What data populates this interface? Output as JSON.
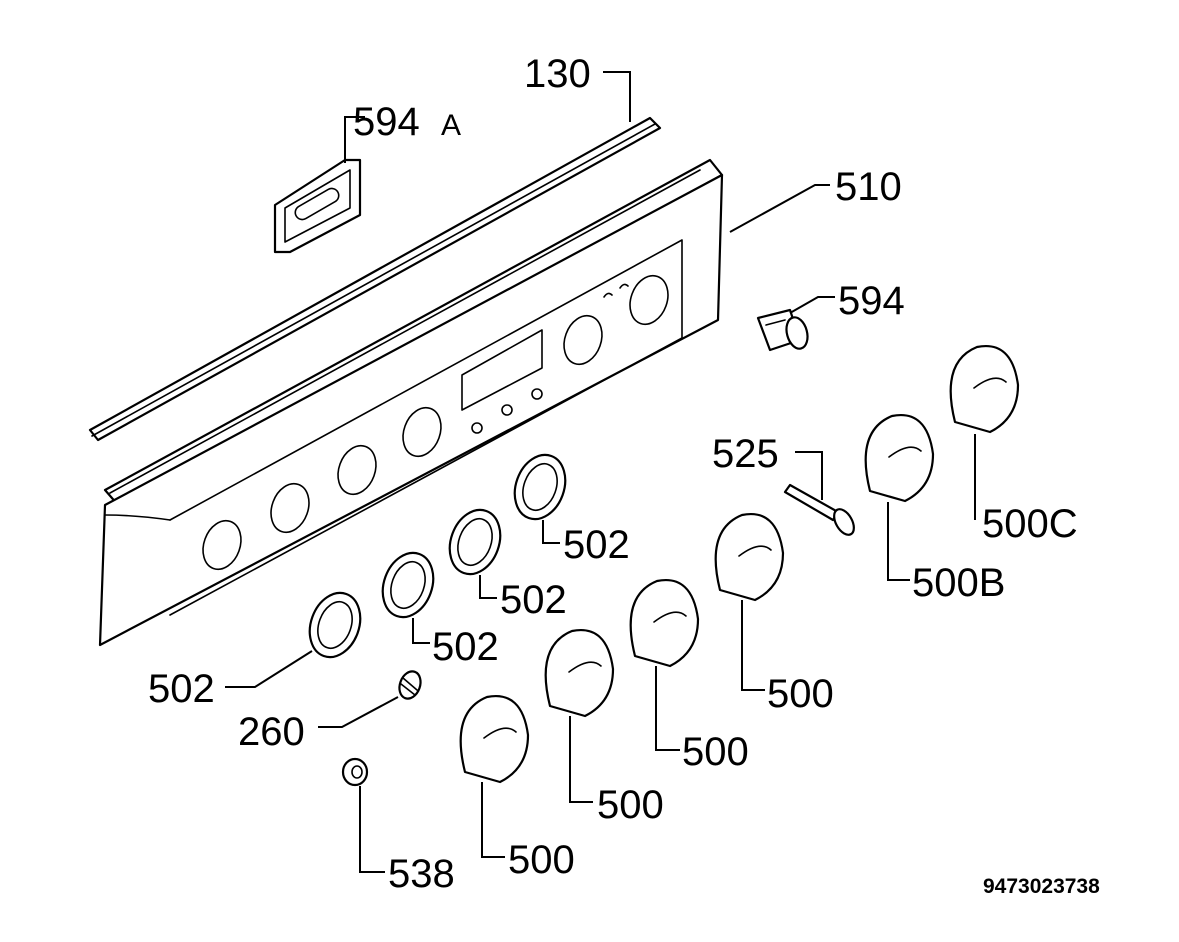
{
  "labels": {
    "p130": "130",
    "p594a_num": "594",
    "p594a_suffix": "A",
    "p510": "510",
    "p594": "594",
    "p525": "525",
    "p500c": "500C",
    "p500b": "500B",
    "p502_1": "502",
    "p502_2": "502",
    "p502_3": "502",
    "p502_4": "502",
    "p260": "260",
    "p538": "538",
    "p500_1": "500",
    "p500_2": "500",
    "p500_3": "500",
    "p500_4": "500"
  },
  "drawing_code": "9473023738"
}
